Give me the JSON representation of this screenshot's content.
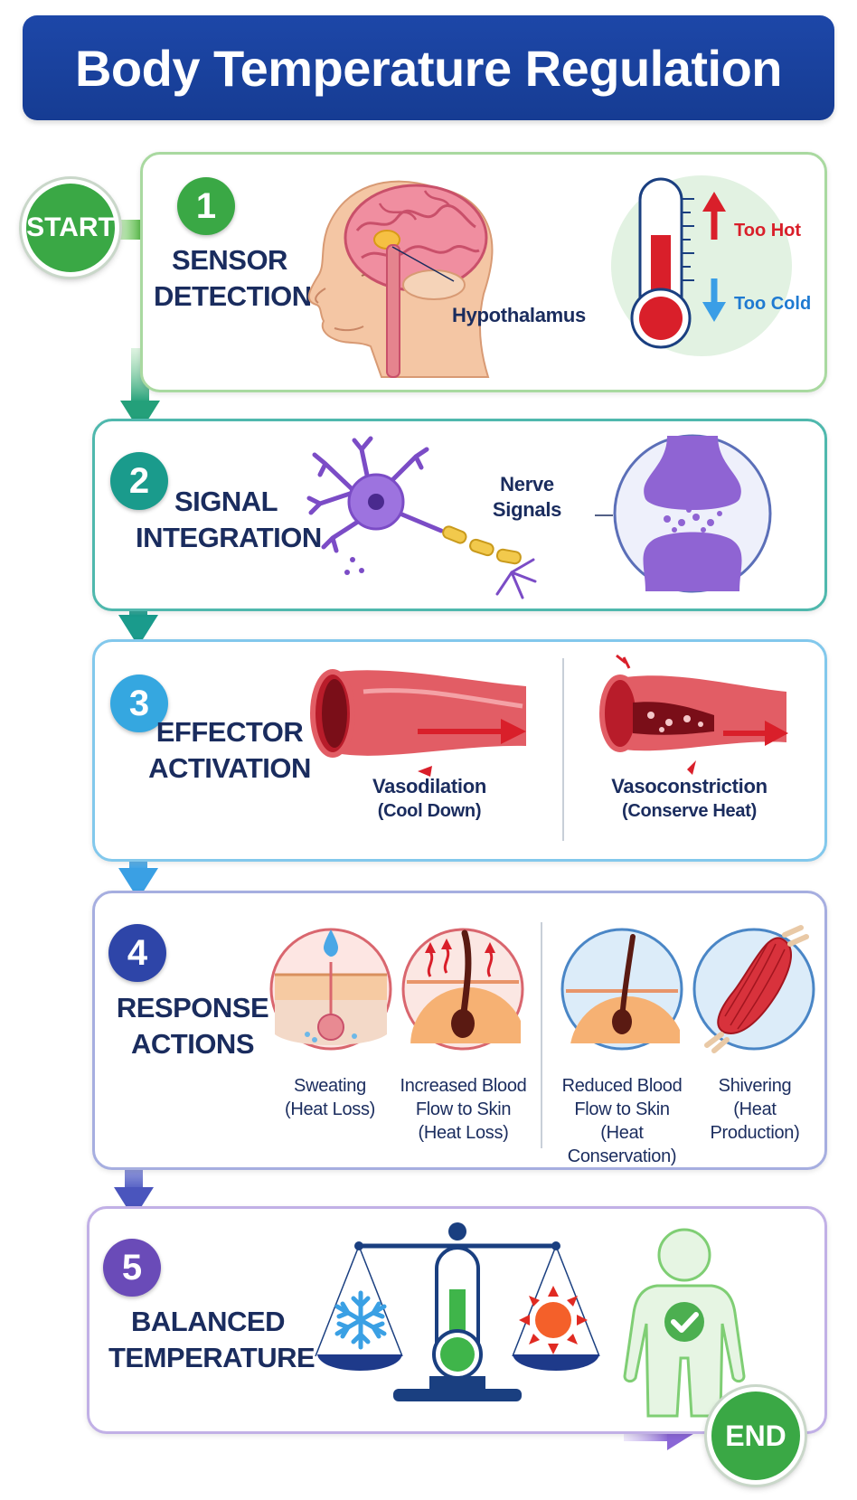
{
  "header": {
    "title": "Body Temperature Regulation"
  },
  "flow": {
    "start_label": "START",
    "end_label": "END"
  },
  "steps": [
    {
      "number": "1",
      "title_line1": "SENSOR",
      "title_line2": "DETECTION",
      "labels": {
        "brain": "Hypothalamus",
        "too_hot": "Too Hot",
        "too_cold": "Too Cold"
      }
    },
    {
      "number": "2",
      "title_line1": "SIGNAL",
      "title_line2": "INTEGRATION",
      "labels": {
        "nerve_line1": "Nerve",
        "nerve_line2": "Signals"
      }
    },
    {
      "number": "3",
      "title_line1": "EFFECTOR",
      "title_line2": "ACTIVATION",
      "items": [
        {
          "name": "Vasodilation",
          "note": "(Cool Down)"
        },
        {
          "name": "Vasoconstriction",
          "note": "(Conserve Heat)"
        }
      ]
    },
    {
      "number": "4",
      "title_line1": "RESPONSE",
      "title_line2": "ACTIONS",
      "items": [
        {
          "line1": "Sweating",
          "line2": "(Heat Loss)",
          "line3": ""
        },
        {
          "line1": "Increased Blood",
          "line2": "Flow to Skin",
          "line3": "(Heat Loss)"
        },
        {
          "line1": "Reduced Blood",
          "line2": "Flow to Skin",
          "line3": "(Heat Conservation)"
        },
        {
          "line1": "Shivering",
          "line2": "(Heat Production)",
          "line3": ""
        }
      ]
    },
    {
      "number": "5",
      "title_line1": "BALANCED",
      "title_line2": "TEMPERATURE"
    }
  ],
  "colors": {
    "step1": "#3aa845",
    "step2": "#1a9b8c",
    "step3": "#35a7e0",
    "step4": "#2e45a8",
    "step5": "#6a4bb8",
    "title": "#1a2c5e"
  },
  "icons": [
    "brain-head-icon",
    "thermometer-icon",
    "neuron-icon",
    "synapse-icon",
    "vasodilation-vessel-icon",
    "vasoconstriction-vessel-icon",
    "sweat-gland-icon",
    "hair-follicle-heat-icon",
    "hair-follicle-cold-icon",
    "muscle-icon",
    "balance-scale-icon",
    "snowflake-icon",
    "sun-icon",
    "body-check-icon"
  ]
}
